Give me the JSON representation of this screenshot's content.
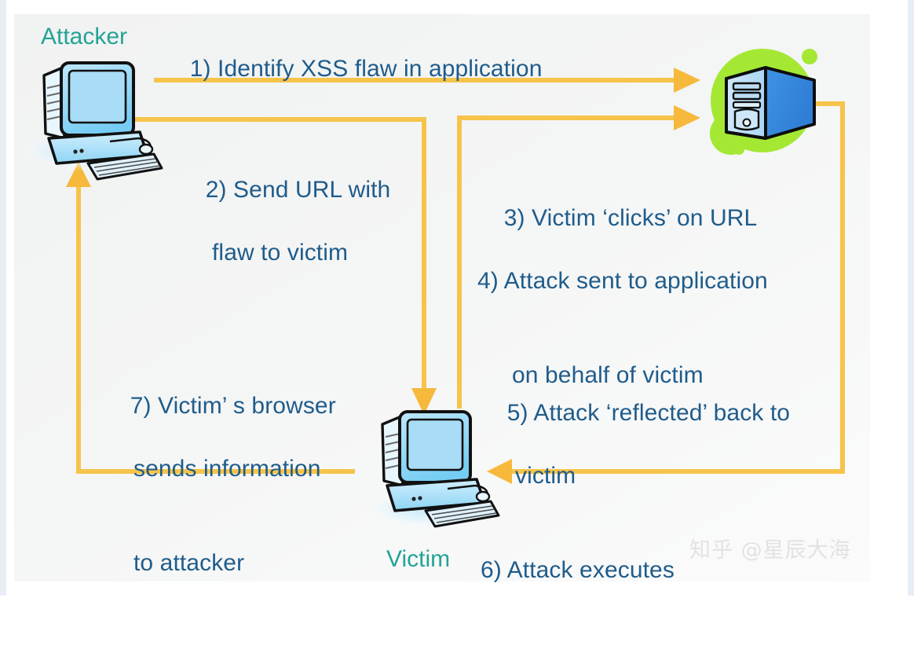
{
  "diagram": {
    "title_roles": {
      "attacker": "Attacker",
      "victim": "Victim"
    },
    "steps": {
      "step1": "1) Identify XSS flaw in application",
      "step2_line1": "2) Send URL with",
      "step2_line2": "flaw to victim",
      "step3": "3) Victim ‘clicks’ on URL",
      "step4_line1": "4) Attack sent to application",
      "step4_line2": "on behalf of victim",
      "step5_line1": "5) Attack ‘reflected’ back to",
      "step5_line2": "victim",
      "step6": "6) Attack executes",
      "step7_line1": "7) Victim’ s browser",
      "step7_line2": "sends information",
      "step7_line3": "to attacker"
    },
    "nodes": [
      {
        "id": "attacker-computer",
        "icon": "desktop-computer-icon",
        "label": "Attacker"
      },
      {
        "id": "web-server",
        "icon": "server-tower-icon",
        "label": ""
      },
      {
        "id": "victim-computer",
        "icon": "desktop-computer-icon",
        "label": "Victim"
      }
    ],
    "arrows": [
      {
        "id": "arrow-step1",
        "from": "attacker-computer",
        "to": "web-server",
        "direction": "right"
      },
      {
        "id": "arrow-step2",
        "from": "attacker-computer",
        "to": "victim-computer",
        "direction": "down"
      },
      {
        "id": "arrow-step4",
        "from": "victim-computer",
        "to": "web-server",
        "direction": "right"
      },
      {
        "id": "arrow-step5",
        "from": "web-server",
        "to": "victim-computer",
        "direction": "left"
      },
      {
        "id": "arrow-step7",
        "from": "victim-computer",
        "to": "attacker-computer",
        "direction": "up"
      }
    ],
    "colors": {
      "arrow": "#f6c44a",
      "arrow_head": "#f6b93b",
      "text": "#1f5c8b",
      "role_label": "#23a396",
      "server_blob": "#a4e834",
      "server_body": "#3d93e8",
      "computer": "#a6dcf5",
      "background": "#f2f3f3"
    }
  },
  "watermark": {
    "text": "知乎 @星辰大海"
  }
}
